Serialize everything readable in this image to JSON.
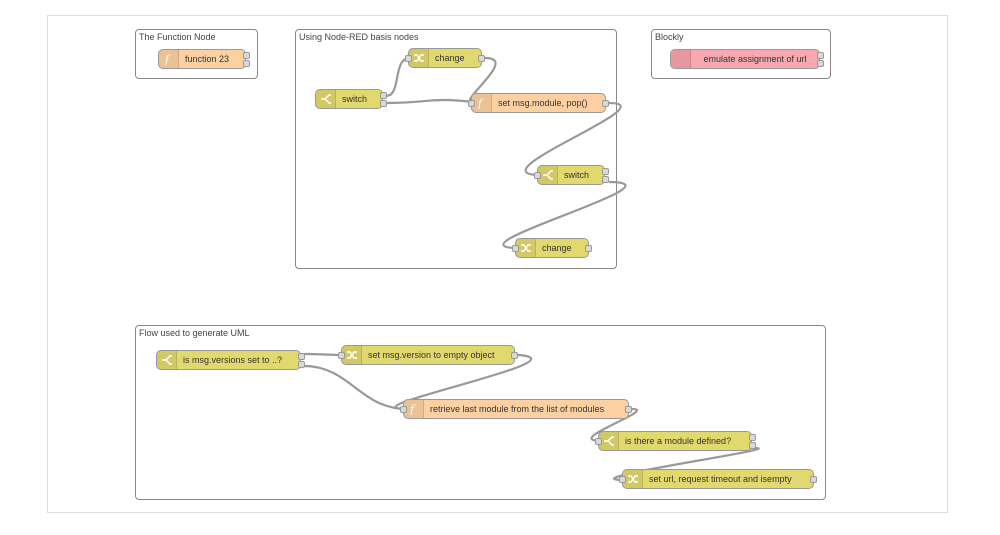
{
  "groups": {
    "function_node": "The Function Node",
    "basis_nodes": "Using Node-RED basis nodes",
    "blockly": "Blockly",
    "uml": "Flow used to generate UML"
  },
  "nodes": {
    "function23": {
      "label": "function 23",
      "icon": "function-icon",
      "type": "function"
    },
    "blockly_url": {
      "label": "emulate assignment of url",
      "icon": "blockly-icon",
      "type": "blockly"
    },
    "change_top": {
      "label": "change",
      "icon": "change-icon",
      "type": "change"
    },
    "switch_left": {
      "label": "switch",
      "icon": "switch-icon",
      "type": "switch"
    },
    "set_module_pop": {
      "label": "set msg.module, pop()",
      "icon": "function-icon",
      "type": "function"
    },
    "switch_mid": {
      "label": "switch",
      "icon": "switch-icon",
      "type": "switch"
    },
    "change_bottom": {
      "label": "change",
      "icon": "change-icon",
      "type": "change"
    },
    "uml_switch_versions": {
      "label": "is msg.versions set to ..?",
      "icon": "switch-icon",
      "type": "switch"
    },
    "uml_set_version": {
      "label": "set msg.version to empty object",
      "icon": "change-icon",
      "type": "change"
    },
    "uml_retrieve": {
      "label": "retrieve last module from the list of modules",
      "icon": "function-icon",
      "type": "function"
    },
    "uml_module_defined": {
      "label": "is there a module defined?",
      "icon": "switch-icon",
      "type": "switch"
    },
    "uml_set_url": {
      "label": "set url, request timeout and isempty",
      "icon": "change-icon",
      "type": "change"
    }
  },
  "colors": {
    "function": "#fdd0a2",
    "switch": "#e2d96e",
    "change": "#e2d96e",
    "blockly": "#f8a8b0",
    "wire": "#999999"
  }
}
